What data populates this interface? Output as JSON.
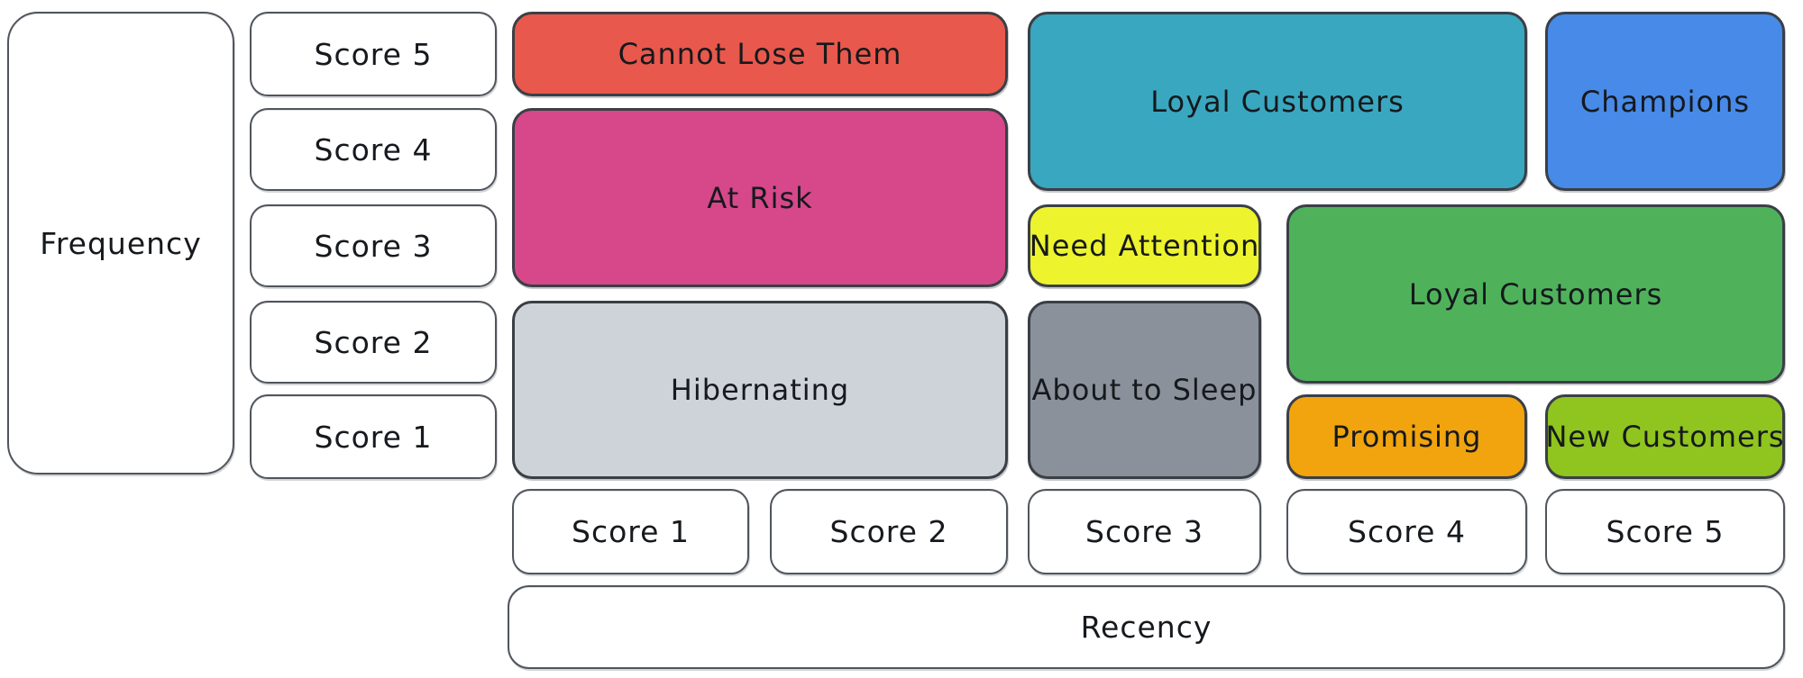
{
  "matrix": {
    "y_axis": {
      "label": "Frequency",
      "scores": [
        "Score 5",
        "Score 4",
        "Score 3",
        "Score 2",
        "Score 1"
      ]
    },
    "x_axis": {
      "label": "Recency",
      "scores": [
        "Score 1",
        "Score 2",
        "Score 3",
        "Score 4",
        "Score 5"
      ]
    },
    "segments": [
      {
        "name": "cannot-lose-them",
        "label": "Cannot Lose Them",
        "color": "#e9584c",
        "text_color": "#16191d",
        "recency": [
          1,
          2
        ],
        "frequency": [
          5,
          5
        ]
      },
      {
        "name": "at-risk",
        "label": "At Risk",
        "color": "#d6488a",
        "text_color": "#16191d",
        "recency": [
          1,
          2
        ],
        "frequency": [
          3,
          4
        ]
      },
      {
        "name": "hibernating",
        "label": "Hibernating",
        "color": "#ced3d9",
        "text_color": "#16191d",
        "recency": [
          1,
          2
        ],
        "frequency": [
          1,
          2
        ]
      },
      {
        "name": "loyal-customers",
        "label": "Loyal Customers",
        "color": "#39a7bf",
        "text_color": "#16191d",
        "recency": [
          3,
          4
        ],
        "frequency": [
          4,
          5
        ]
      },
      {
        "name": "champions",
        "label": "Champions",
        "color": "#478ae8",
        "text_color": "#16191d",
        "recency": [
          5,
          5
        ],
        "frequency": [
          4,
          5
        ]
      },
      {
        "name": "need-attention",
        "label": "Need Attention",
        "color": "#edf32d",
        "text_color": "#16191d",
        "recency": [
          3,
          3
        ],
        "frequency": [
          3,
          3
        ]
      },
      {
        "name": "loyal-customers-2",
        "label": "Loyal Customers",
        "color": "#4fb25b",
        "text_color": "#16191d",
        "recency": [
          4,
          5
        ],
        "frequency": [
          2,
          3
        ]
      },
      {
        "name": "about-to-sleep",
        "label": "About to Sleep",
        "color": "#8b919a",
        "text_color": "#16191d",
        "recency": [
          3,
          3
        ],
        "frequency": [
          1,
          2
        ]
      },
      {
        "name": "promising",
        "label": "Promising",
        "color": "#f1a40d",
        "text_color": "#16191d",
        "recency": [
          4,
          4
        ],
        "frequency": [
          1,
          1
        ]
      },
      {
        "name": "new-customers",
        "label": "New Customers",
        "color": "#90c41e",
        "text_color": "#16191d",
        "recency": [
          5,
          5
        ],
        "frequency": [
          1,
          1
        ]
      }
    ]
  }
}
